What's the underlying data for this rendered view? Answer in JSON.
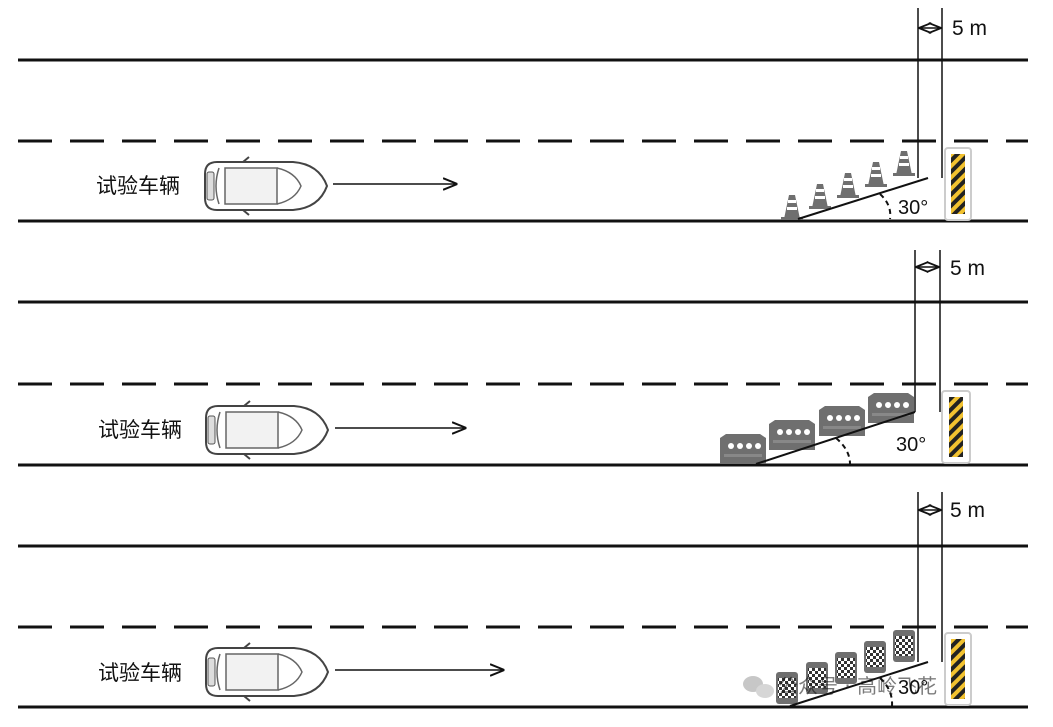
{
  "panels": [
    {
      "barrier": "traffic-cones",
      "vehicle_label": "试验车辆",
      "angle_label": "30°",
      "offset_label": "5 m"
    },
    {
      "barrier": "water-barriers",
      "vehicle_label": "试验车辆",
      "angle_label": "30°",
      "offset_label": "5 m"
    },
    {
      "barrier": "checkered-drums",
      "vehicle_label": "试验车辆",
      "angle_label": "30°",
      "offset_label": "5 m"
    }
  ],
  "watermark": "公众号 · 高岭飞花",
  "colors": {
    "line": "#111111",
    "barrier_gray": "#6f6f6f",
    "post_yellow": "#f2c230",
    "post_black": "#222222"
  }
}
